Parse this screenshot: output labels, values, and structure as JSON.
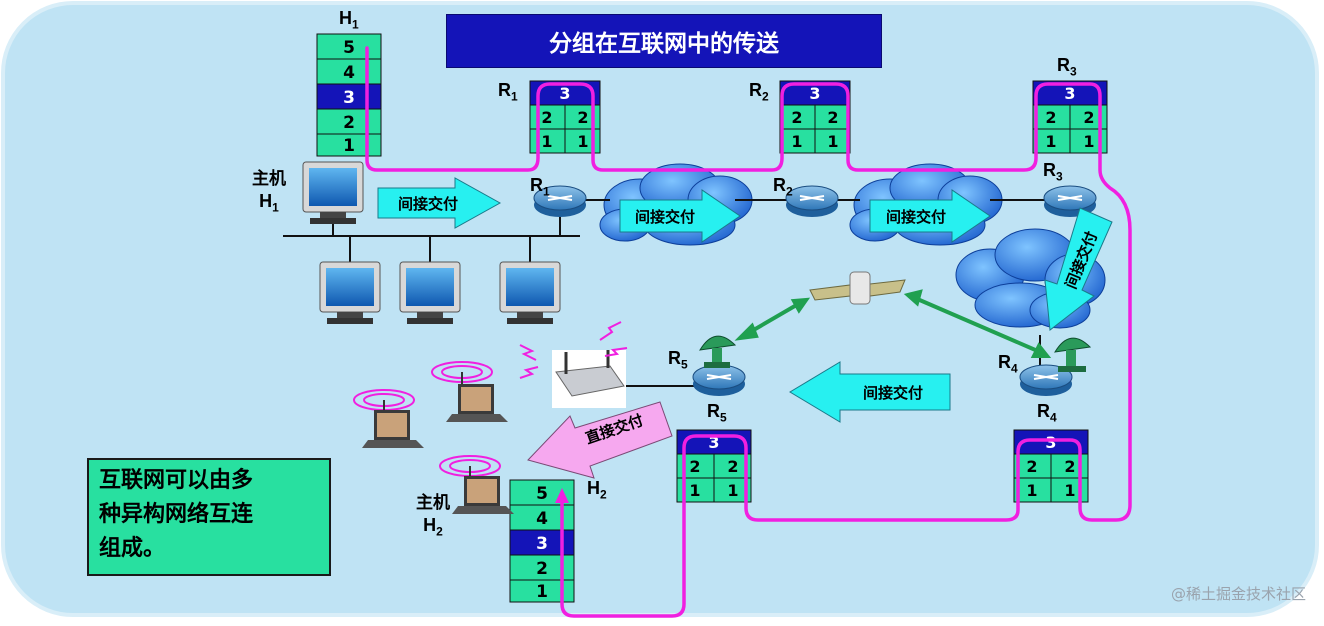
{
  "title": "分组在互联网中的传送",
  "note": {
    "lines": [
      "互联网可以由多",
      "种异构网络互连",
      "组成。"
    ]
  },
  "hosts": {
    "h1": {
      "label_main": "主机",
      "label_name": "H",
      "label_sub": "1",
      "top_name": "H",
      "top_sub": "1"
    },
    "h2": {
      "label_main": "主机",
      "label_name": "H",
      "label_sub": "2",
      "top_name": "H",
      "top_sub": "2"
    }
  },
  "stacks": {
    "h1_layers": [
      "5",
      "4",
      "3",
      "2",
      "1"
    ],
    "h2_layers": [
      "5",
      "4",
      "3",
      "2",
      "1"
    ],
    "router_top": "3",
    "router_mid": [
      "2",
      "2"
    ],
    "router_bot": [
      "1",
      "1"
    ]
  },
  "routers": {
    "r1": {
      "name": "R",
      "sub": "1"
    },
    "r2": {
      "name": "R",
      "sub": "2"
    },
    "r3": {
      "name": "R",
      "sub": "3"
    },
    "r4": {
      "name": "R",
      "sub": "4"
    },
    "r5": {
      "name": "R",
      "sub": "5"
    }
  },
  "arrows": {
    "indirect": "间接交付",
    "direct": "直接交付"
  },
  "watermark": "@稀土掘金技术社区",
  "colors": {
    "background_panel": "#bfe3f4",
    "title_bg": "#1414b8",
    "layer_green": "#28e0a0",
    "layer_blue": "#1414b8",
    "path_magenta": "#f020e0",
    "arrow_cyan": "#27f0f0",
    "arrow_pink": "#f6a8ef",
    "link_green": "#20a050",
    "cloud_blue": "#1f73e8"
  }
}
